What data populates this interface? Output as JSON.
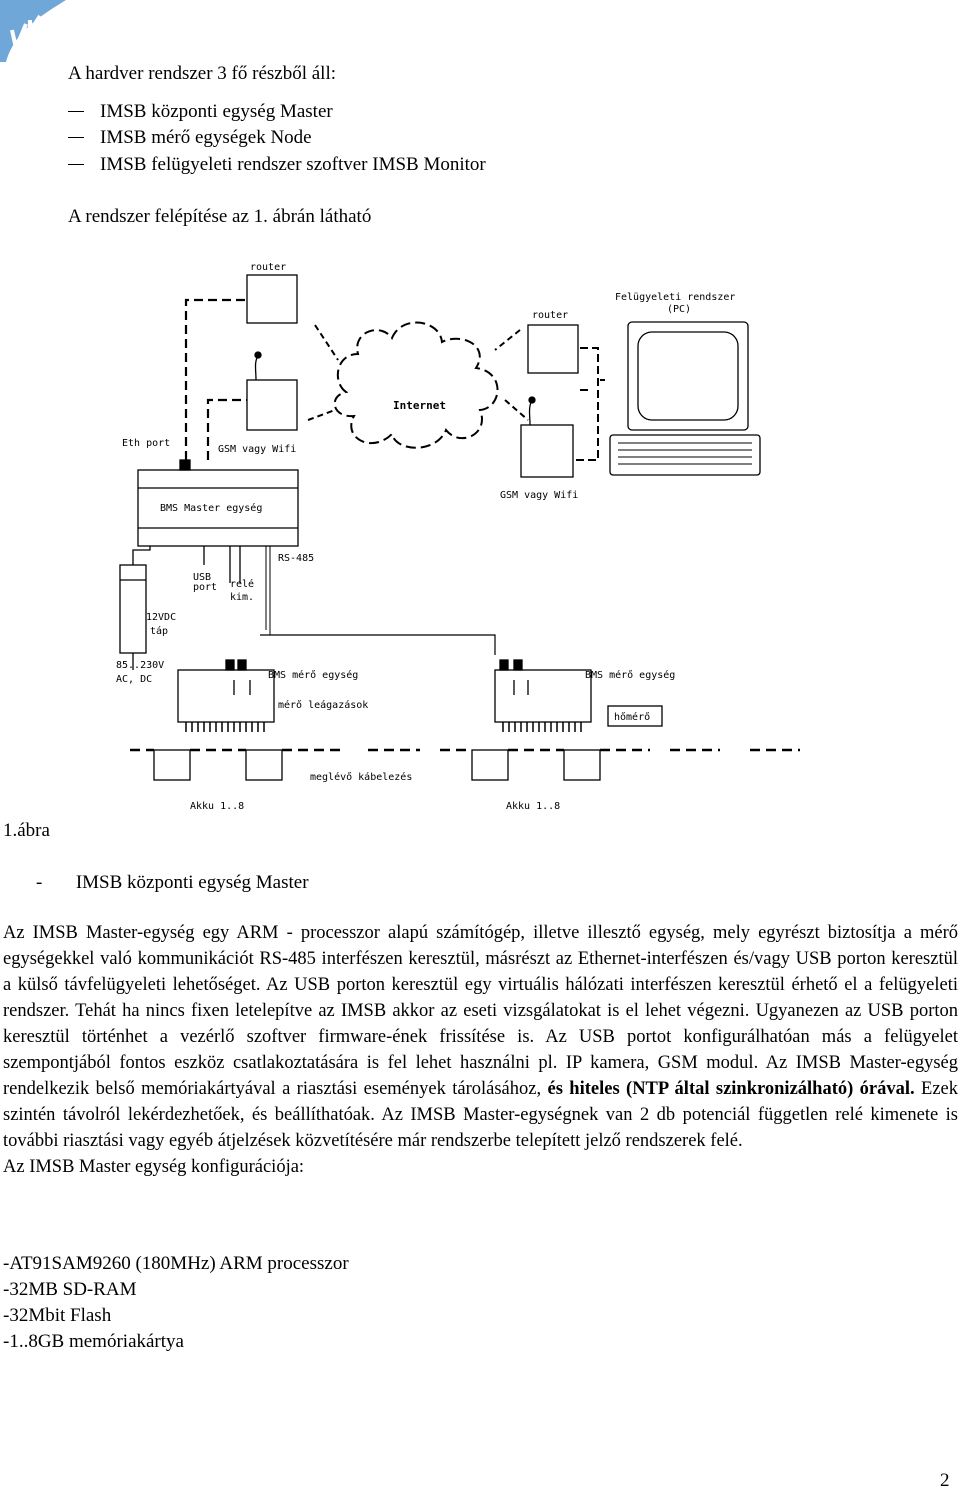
{
  "intro": "A hardver rendszer 3 fő részből áll:",
  "parts": [
    "IMSB központi egység Master",
    "IMSB mérő egységek Node",
    "IMSB felügyeleti rendszer szoftver IMSB Monitor"
  ],
  "figure_ref": "A rendszer felépítése az 1. ábrán látható",
  "diagram": {
    "router_left": "router",
    "router_right": "router",
    "supervisor": "Felügyeleti rendszer",
    "supervisor_pc": "(PC)",
    "internet": "Internet",
    "eth_port": "Eth port",
    "gsm_left": "GSM vagy Wifi",
    "gsm_right": "GSM vagy Wifi",
    "master": "BMS Master egység",
    "rs485": "RS-485",
    "usb1": "USB",
    "usb2": "port",
    "rele1": "relé",
    "rele2": "kim.",
    "psu1": "12VDC",
    "psu2": "táp",
    "ac1": "85..230V",
    "ac2": "AC, DC",
    "node_left": "BMS mérő egység",
    "node_right": "BMS mérő egység",
    "taps": "mérő leágazások",
    "thermo": "hőmérő",
    "cabling": "meglévő kábelezés",
    "akku_left": "Akku 1..8",
    "akku_right": "Akku 1..8"
  },
  "caption": "1.ábra",
  "section_dash": "-",
  "section_title": "IMSB központi egység Master",
  "body": {
    "p1_a": "Az IMSB Master-egység egy ARM - processzor alapú számítógép, illetve illesztő egység, mely egyrészt biztosítja a mérő egységekkel való kommunikációt RS-485 interfészen keresztül, másrészt az Ethernet-interfészen és/vagy USB porton keresztül a külső távfelügyeleti lehetőséget. Az USB porton keresztül egy virtuális hálózati interfészen keresztül érhető el a felügyeleti rendszer. Tehát ha nincs fixen letelepítve az IMSB akkor az eseti vizsgálatokat is el lehet végezni. Ugyanezen az USB porton keresztül történhet a vezérlő szoftver firmware-ének frissítése is. Az USB portot konfigurálhatóan más a felügyelet szempontjából fontos eszköz csatlakoztatására is fel lehet használni pl. IP kamera, GSM modul. Az IMSB Master-egység rendelkezik belső memóriakártyával a riasztási események tárolásához,",
    "p1_bold": "és hiteles (NTP által szinkronizálható) órával.",
    "p1_b": "Ezek szintén távolról lekérdezhetőek, és beállíthatóak. Az IMSB Master-egységnek van 2 db potenciál független relé kimenete is további riasztási vagy egyéb átjelzések közvetítésére már rendszerbe telepített jelző rendszerek felé.",
    "p2": "Az IMSB Master egység konfigurációja:"
  },
  "config": [
    "-AT91SAM9260 (180MHz) ARM processzor",
    "-32MB SD-RAM",
    "-32Mbit Flash",
    "-1..8GB memóriakártya"
  ],
  "page_number": "2",
  "colors": {
    "logo": "#6fa8d8"
  }
}
